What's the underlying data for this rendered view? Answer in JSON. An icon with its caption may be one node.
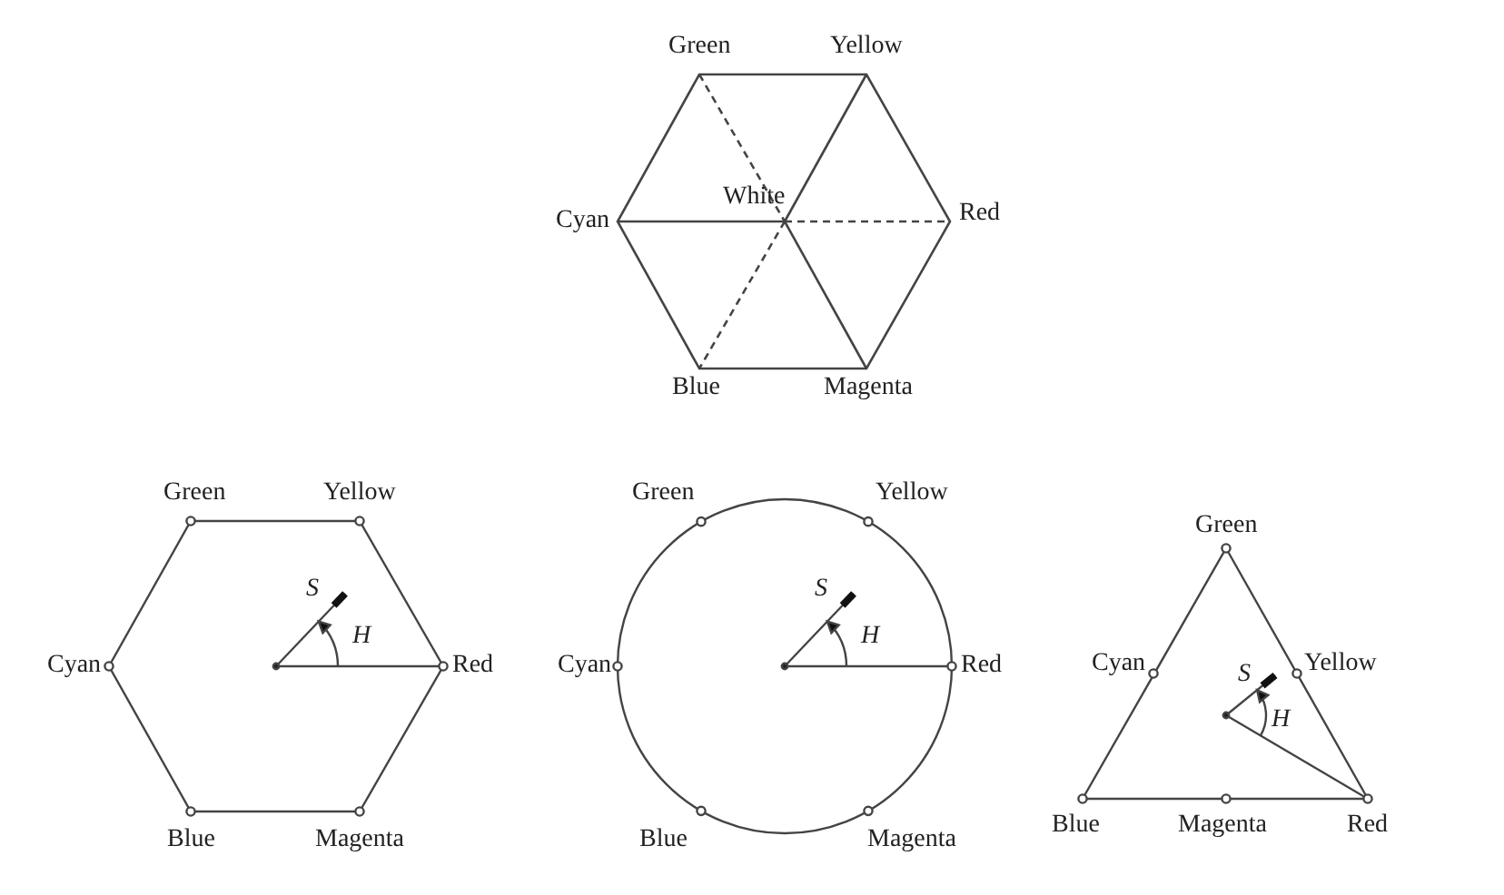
{
  "diagram": {
    "labels": [
      "Green",
      "Yellow",
      "Cyan",
      "White",
      "Red",
      "Blue",
      "Magenta",
      "Green",
      "Yellow",
      "S",
      "Cyan",
      "H",
      "Red",
      "Blue",
      "Magenta",
      "Green",
      "Yellow",
      "S",
      "Cyan",
      "H",
      "Red",
      "Blue",
      "Magenta",
      "Green",
      "Cyan",
      "S",
      "Yellow",
      "H",
      "Blue",
      "Magenta",
      "Red"
    ]
  }
}
